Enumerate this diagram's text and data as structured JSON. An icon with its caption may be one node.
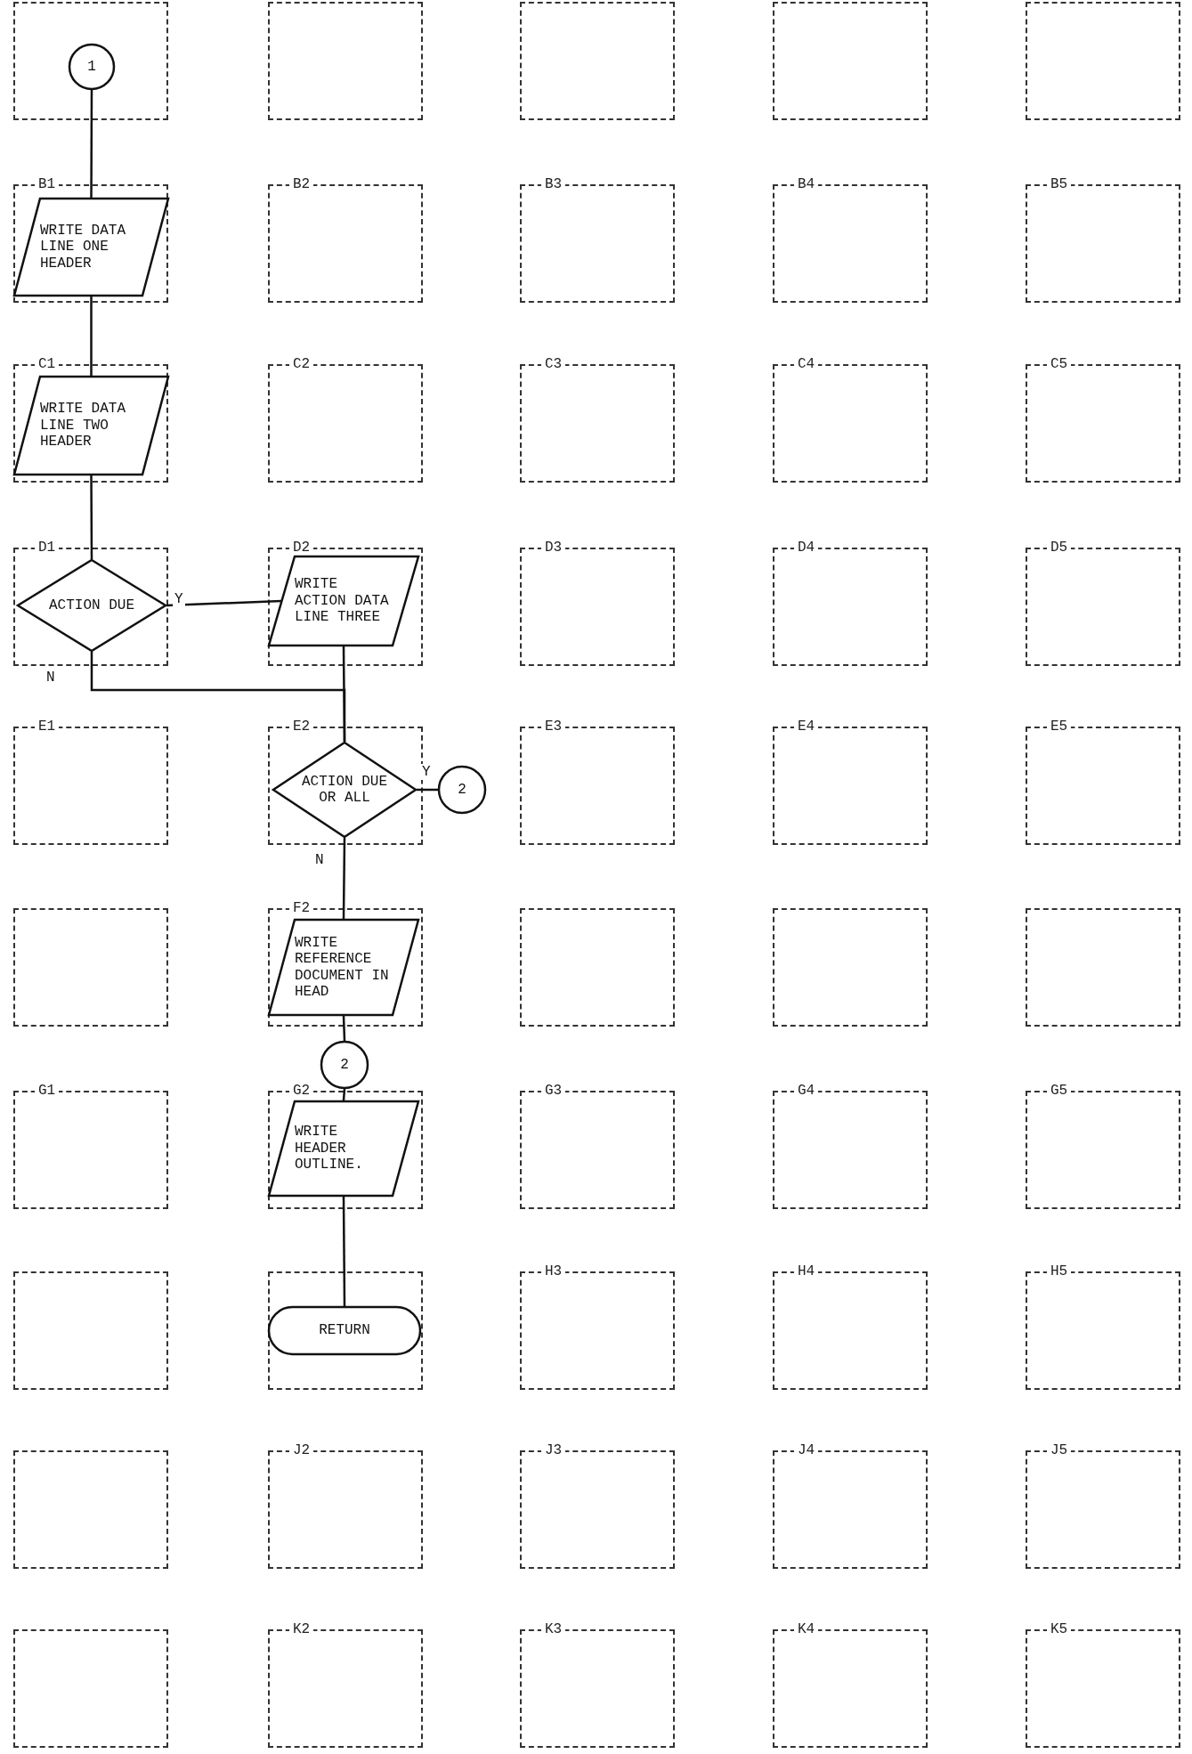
{
  "diagram": {
    "nodes": [
      {
        "text": [
          "1"
        ]
      },
      {
        "text": [
          "WRITE DATA LINE ONE HEADER"
        ]
      },
      {
        "text": [
          "WRITE DATA LINE TWO HEADER"
        ]
      },
      {
        "text": [
          "ACTION DUE"
        ]
      },
      {
        "text": [
          "WRITE ACTION DATA LINE THREE"
        ]
      },
      {
        "text": [
          "ACTION DUE OR ALL"
        ]
      },
      {
        "text": [
          "2"
        ]
      },
      {
        "text": [
          "WRITE REFERENCE DOCUMENT IN HEAD"
        ]
      },
      {
        "text": [
          "2"
        ]
      },
      {
        "text": [
          "WRITE HEADER OUTLINE."
        ]
      },
      {
        "text": [
          "RETURN"
        ]
      }
    ],
    "edges": [
      {
        "from": 0,
        "to": 1,
        "arrow": "none"
      },
      {
        "from": 1,
        "to": 2,
        "arrow": "none"
      },
      {
        "from": 2,
        "to": 3,
        "arrow": "none"
      },
      {
        "from": 3,
        "to": 4,
        "arrow": "none",
        "label": "Y"
      },
      {
        "from": 3,
        "to": 5,
        "arrow": "none",
        "label": "N"
      },
      {
        "from": 4,
        "to": 5,
        "arrow": "none"
      },
      {
        "from": 5,
        "to": 6,
        "arrow": "none",
        "label": "Y"
      },
      {
        "from": 5,
        "to": 7,
        "arrow": "none",
        "label": "N"
      },
      {
        "from": 7,
        "to": 8,
        "arrow": "none"
      },
      {
        "from": 8,
        "to": 9,
        "arrow": "none"
      },
      {
        "from": 9,
        "to": 10,
        "arrow": "none"
      }
    ],
    "labels": [
      "B1",
      "B2",
      "B3",
      "B4",
      "B5",
      "C1",
      "C2",
      "C3",
      "C4",
      "C5",
      "D1",
      "D2",
      "D3",
      "D4",
      "D5",
      "E1",
      "E2",
      "E3",
      "E4",
      "E5",
      "F2",
      "G1",
      "G2",
      "G3",
      "G4",
      "G5",
      "H3",
      "H4",
      "H5",
      "J2",
      "J3",
      "J4",
      "J5",
      "K2",
      "K3",
      "K4",
      "K5"
    ]
  }
}
